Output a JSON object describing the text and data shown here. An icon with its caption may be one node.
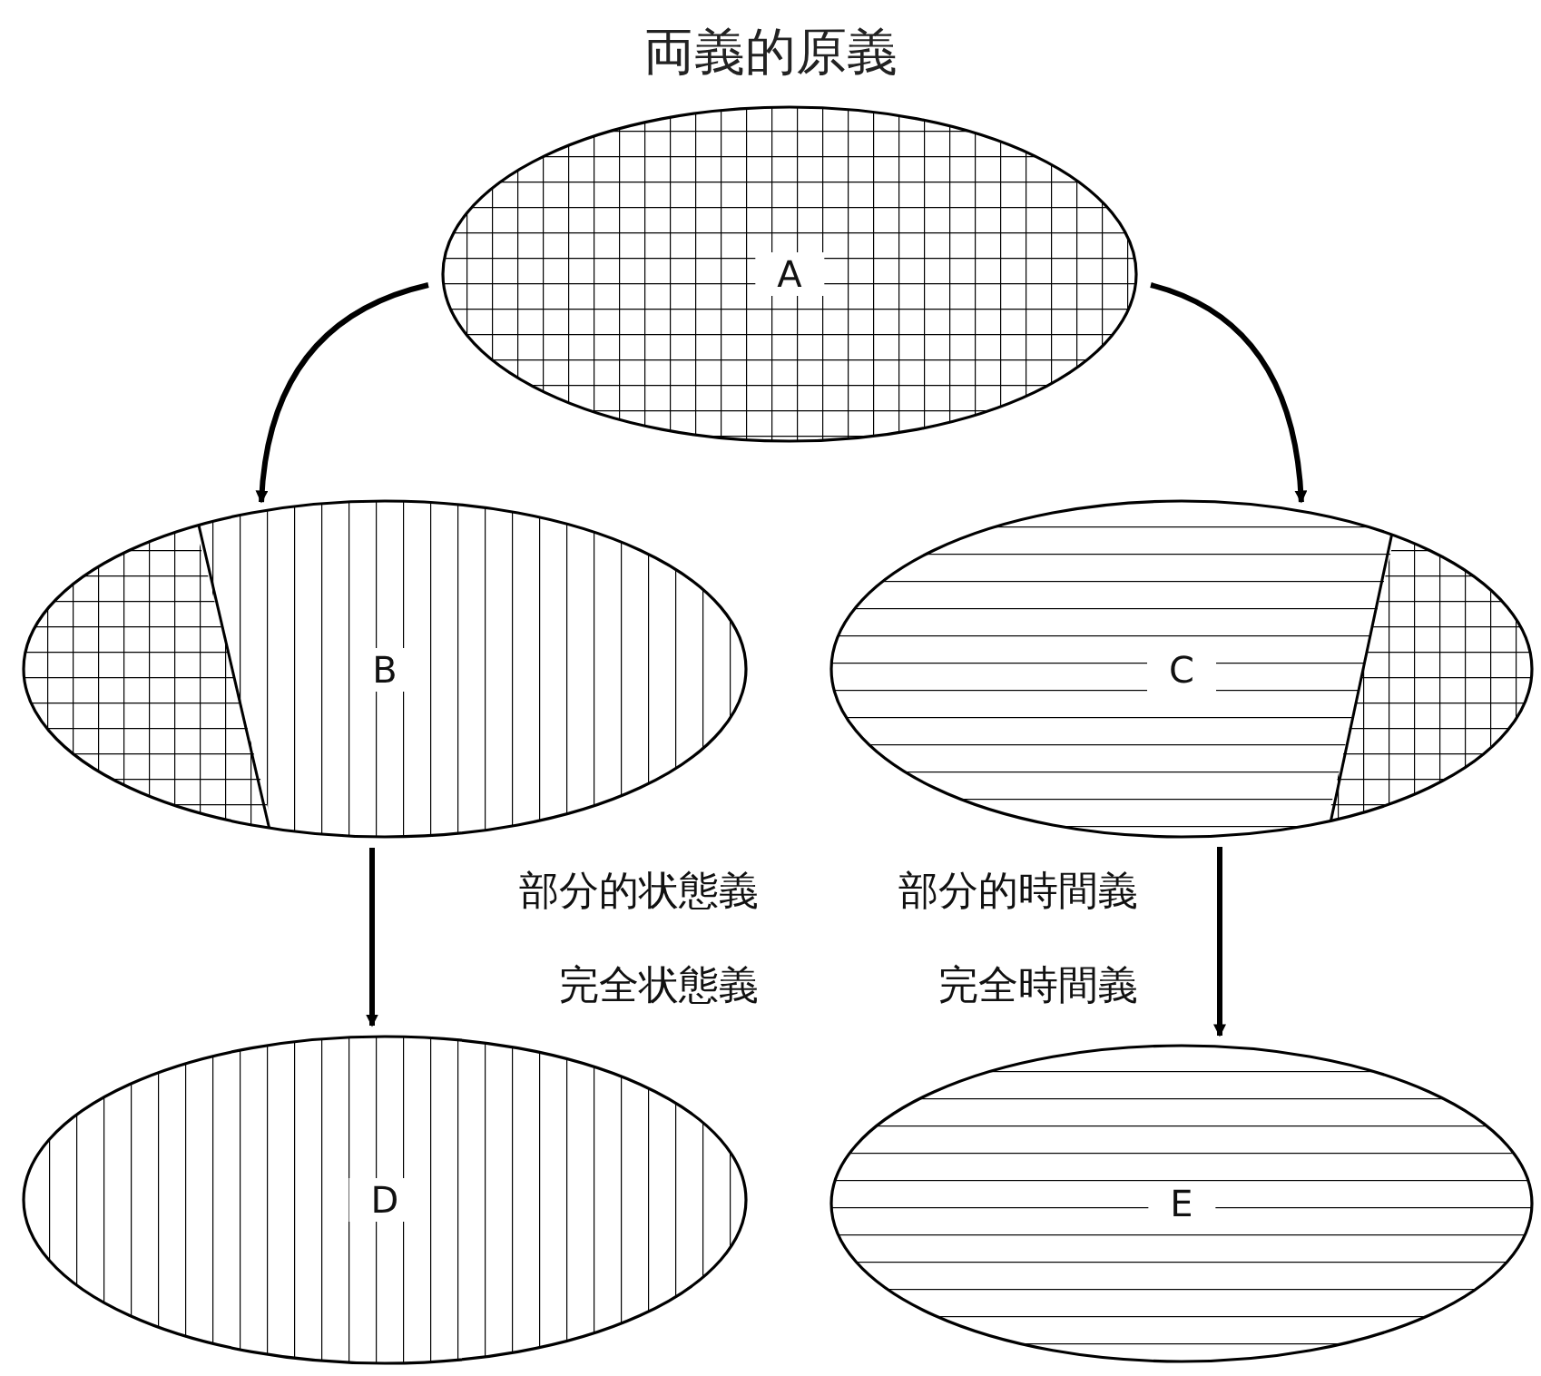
{
  "diagram": {
    "title": "両義的原義",
    "nodes": [
      {
        "text": [
          "A"
        ]
      },
      {
        "text": [
          "B"
        ]
      },
      {
        "text": [
          "C"
        ]
      },
      {
        "text": [
          "D"
        ]
      },
      {
        "text": [
          "E"
        ]
      }
    ],
    "edges": [
      {
        "from": 0,
        "to": 1,
        "arrow": "to"
      },
      {
        "from": 0,
        "to": 2,
        "arrow": "to"
      },
      {
        "from": 1,
        "to": 3,
        "arrow": "to"
      },
      {
        "from": 2,
        "to": 4,
        "arrow": "to"
      }
    ],
    "labels": [
      "部分的状態義",
      "部分的時間義",
      "完全状態義",
      "完全時間義"
    ]
  }
}
